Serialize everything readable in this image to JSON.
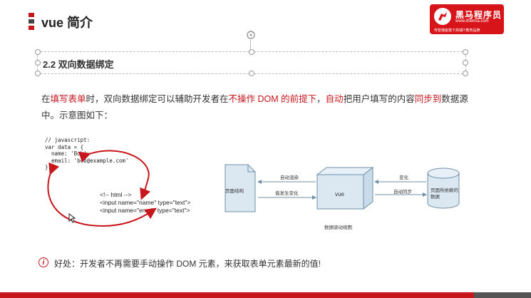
{
  "header": {
    "title": "vue 简介"
  },
  "logo": {
    "name": "黑马程序员",
    "url": "www.itheima.com",
    "slogan": "传智播客旗下高端IT教育品牌"
  },
  "section": {
    "title": "2.2 双向数据绑定"
  },
  "paragraph": {
    "p1": "在",
    "p2": "填写表单",
    "p3": "时，双向数据绑定可以辅助开发者在",
    "p4": "不操作 DOM 的前提下",
    "p5": "，",
    "p6": "自动",
    "p7": "把用户填写的内容",
    "p8": "同步到",
    "p9": "数据源中。示意图如下："
  },
  "code_js": {
    "l1": "// javascript:",
    "l2": "var data = {",
    "l3": "  name: 'Bob',",
    "l4": "  email: 'bob@example.com'",
    "l5": "};"
  },
  "code_html": {
    "l1": "<!-- html -->",
    "l2": "<input name=\"name\" type=\"text\">",
    "l3": "<input name=\"email\" type=\"text\">"
  },
  "diagram": {
    "page_structure": "页面结构",
    "vue": "vue",
    "data_source": "页面所依赖的数据",
    "auto_render": "自动渲染",
    "value_change": "值发生变化",
    "change": "变化",
    "auto_sync": "自动同步",
    "caption": "数据驱动视图"
  },
  "benefit": {
    "icon_glyph": "i",
    "text": "好处：开发者不再需要手动操作 DOM 元素，来获取表单元素最新的值!"
  },
  "colors": {
    "accent": "#c8161d",
    "diagram_fill": "#dbe8f2",
    "diagram_stroke": "#6f8fa8"
  },
  "icons": [
    "rotate-handle-icon",
    "info-icon",
    "cursor-icon",
    "logo-horse-icon"
  ]
}
